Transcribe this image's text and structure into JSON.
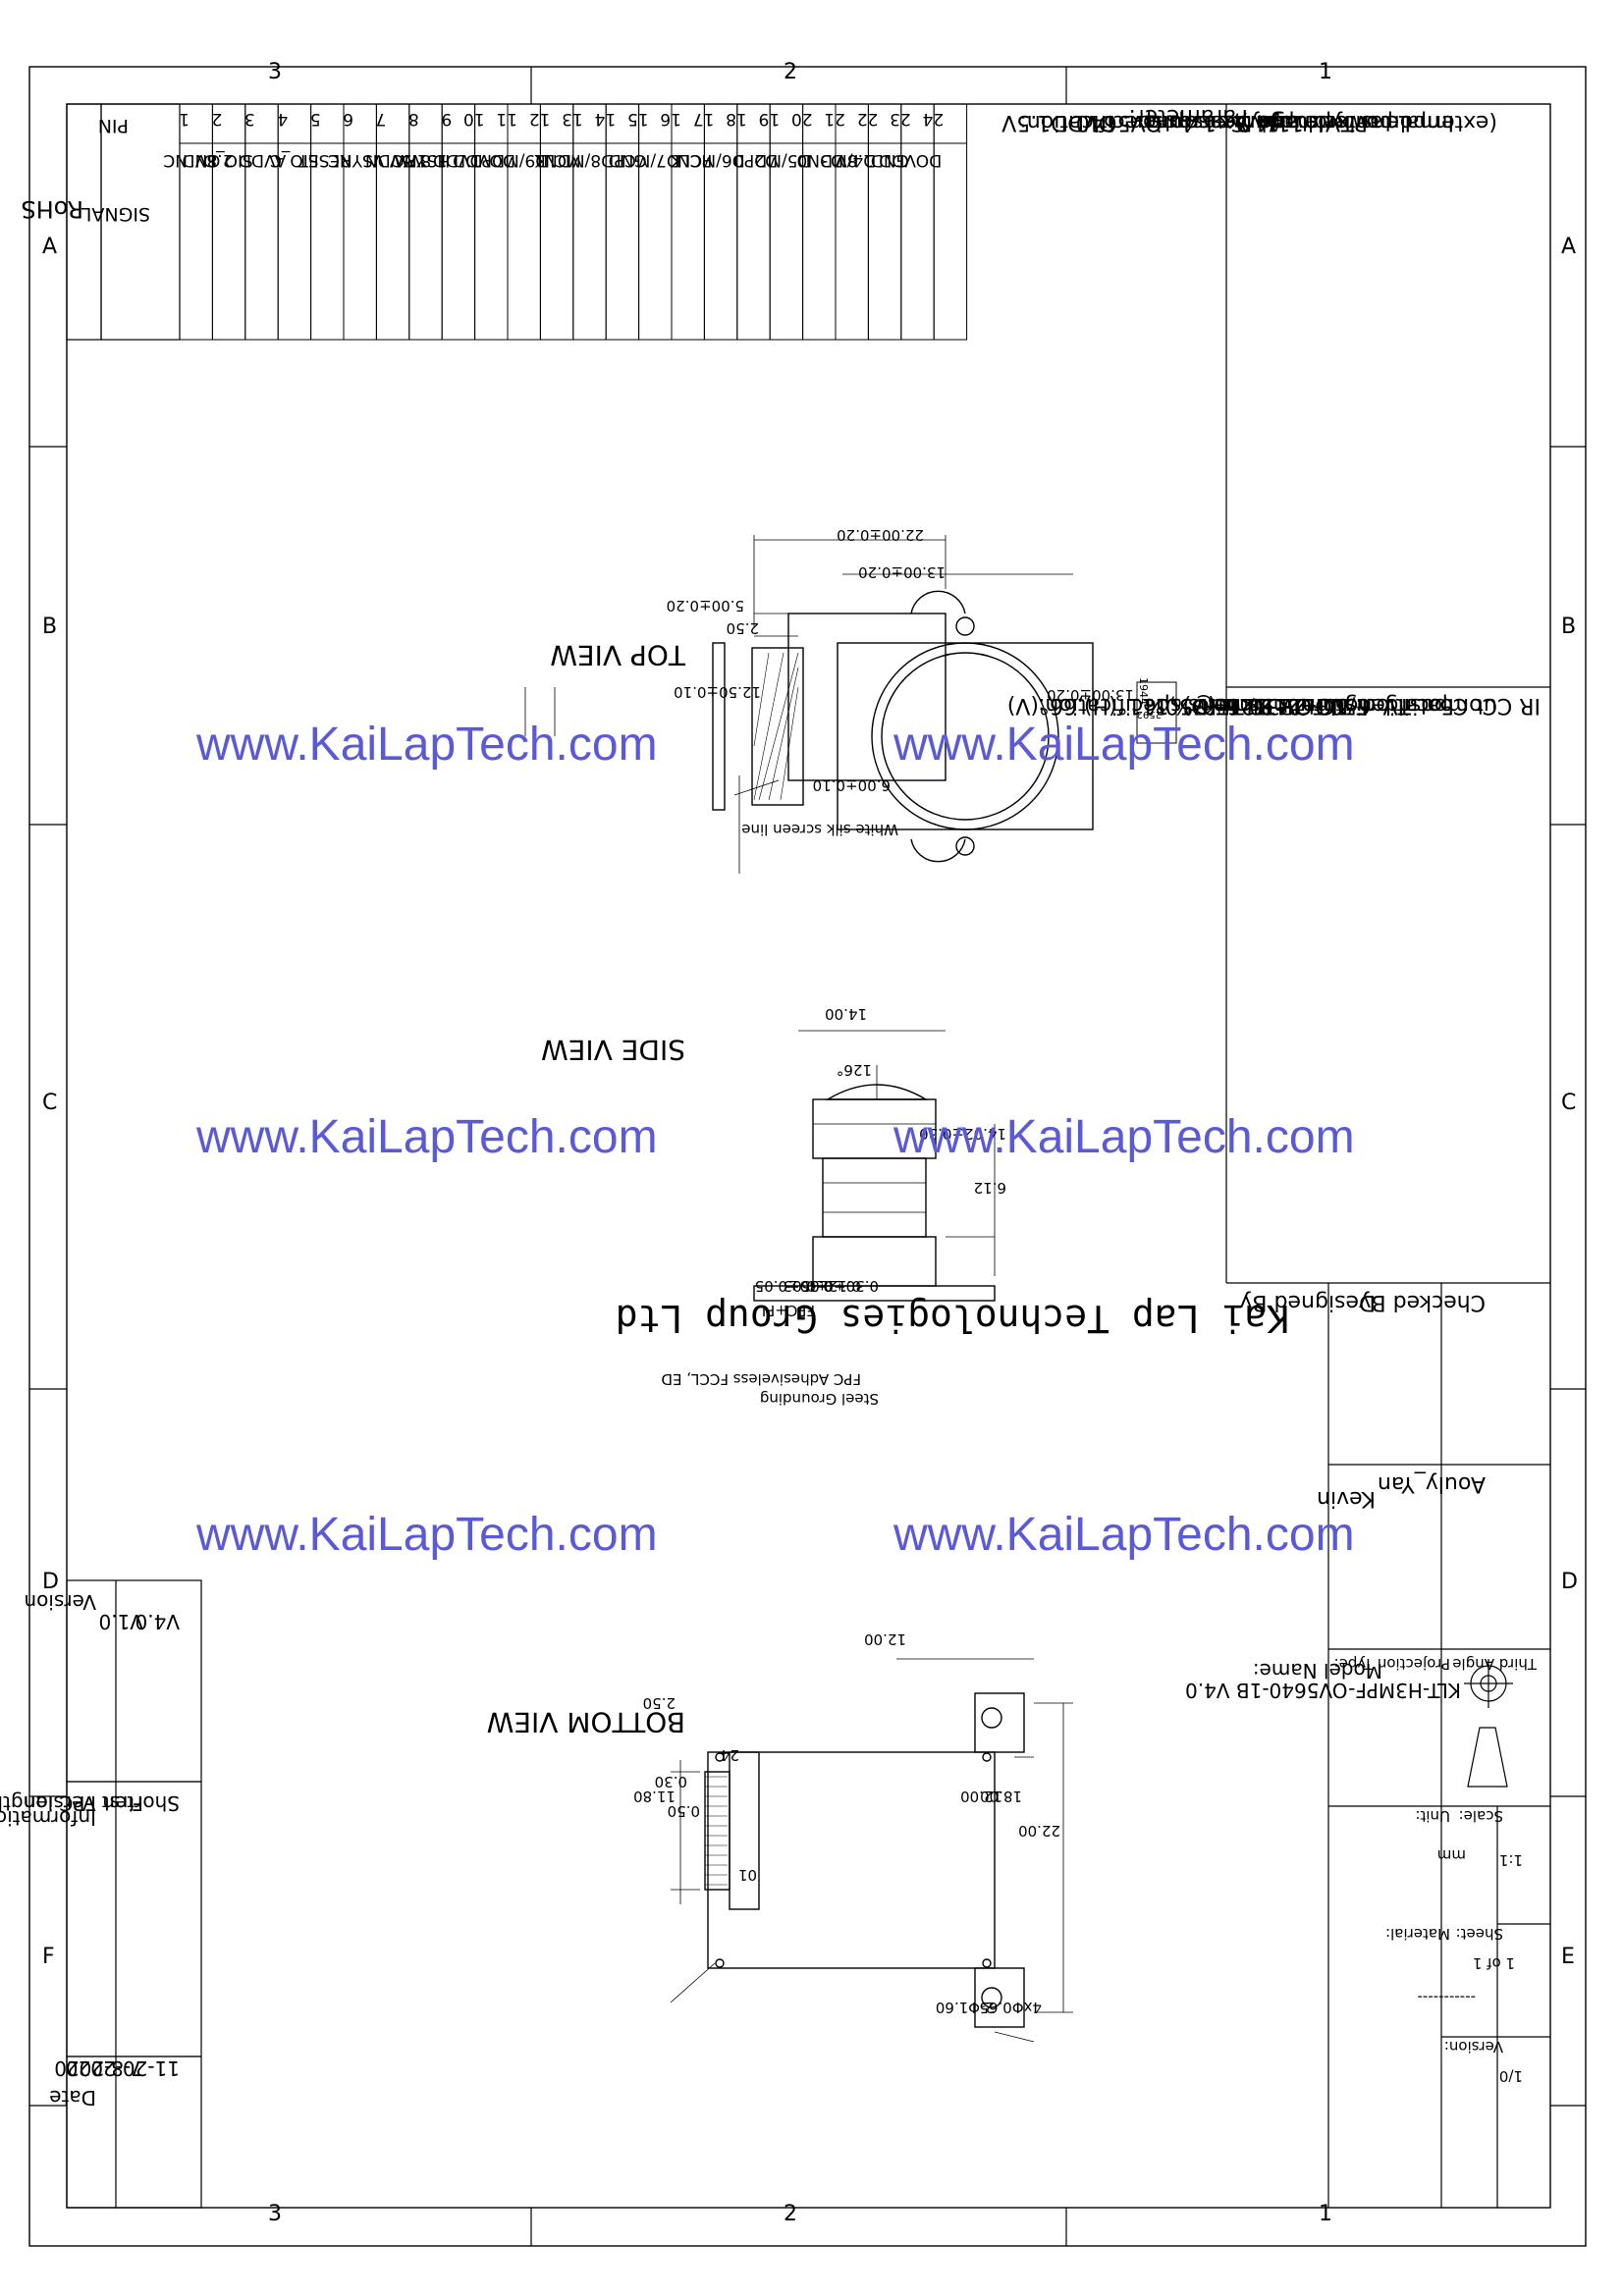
{
  "frame": {
    "col_markers": [
      "1",
      "2",
      "3"
    ],
    "row_markers": [
      "A",
      "B",
      "C",
      "D",
      "E",
      "F"
    ]
  },
  "pin_table": {
    "rohs": "RoHS",
    "header_pin": "PIN",
    "header_signal": "SIGNAL",
    "rows": [
      {
        "pin": "1",
        "signal": "NC"
      },
      {
        "pin": "2",
        "signal": "GND"
      },
      {
        "pin": "3",
        "signal": "SIO_D"
      },
      {
        "pin": "4",
        "signal": "AVDD 2.8V"
      },
      {
        "pin": "5",
        "signal": "SIO_C"
      },
      {
        "pin": "6",
        "signal": "RESET"
      },
      {
        "pin": "7",
        "signal": "VSYNC"
      },
      {
        "pin": "8",
        "signal": "PWDN"
      },
      {
        "pin": "9",
        "signal": "HSYNC"
      },
      {
        "pin": "10",
        "signal": "DVDD 1.5V"
      },
      {
        "pin": "11",
        "signal": "DOVDD 1.8V"
      },
      {
        "pin": "12",
        "signal": "D9/MDP1"
      },
      {
        "pin": "13",
        "signal": "MCLK"
      },
      {
        "pin": "14",
        "signal": "D8/MDN1"
      },
      {
        "pin": "15",
        "signal": "GND"
      },
      {
        "pin": "16",
        "signal": "D7/MCP"
      },
      {
        "pin": "17",
        "signal": "PCLK"
      },
      {
        "pin": "18",
        "signal": "D6/MCN"
      },
      {
        "pin": "19",
        "signal": "D2"
      },
      {
        "pin": "20",
        "signal": "D5/MDP0"
      },
      {
        "pin": "21",
        "signal": "D3"
      },
      {
        "pin": "22",
        "signal": "D4/MDN0"
      },
      {
        "pin": "23",
        "signal": "GND"
      },
      {
        "pin": "24",
        "signal": "DOVDD 1.8V"
      }
    ]
  },
  "version_table": {
    "headers": [
      "Version",
      "Information",
      "Date"
    ],
    "rows": [
      {
        "version": "V1.0",
        "info": "First Version",
        "date": "7-8-2020"
      },
      {
        "version": "V4.0",
        "info": "Shorten FPC length",
        "date": "11-20-2020"
      }
    ]
  },
  "parameters": {
    "title": "Parameter:",
    "sensor": {
      "heading": "1、Sensor specification:",
      "lines": [
        "Image Sensor: OV5640",
        "Pixel: 1.4um×1.4um",
        "Lens Type: 1/4",
        "Important Voltage Description: DVDD1.5V",
        "(external power supply);"
      ]
    },
    "lens": {
      "heading": "2、Lens specification:",
      "lines": [
        "FOV: 126°(D) ,111°(H),66°(V)",
        "F/NO: 2.35",
        "TV distortion: <15.7%",
        "Focal length: 2.15mm",
        "Composition: 5G+IR FILTER",
        "IR Cut Coating: 650nm±10nm@50%"
      ]
    }
  },
  "title_block": {
    "company": "Kai Lap Technologies Group Ltd",
    "designed_label": "Designed By",
    "designer": "Kevin",
    "checked_label": "Checked By",
    "checker": "Aouly_Yan",
    "model_label": "Model Name:",
    "model": "KLT-H3MPF-OV5640-1B V4.0",
    "projection_label": "Projection Type:",
    "third_angle": "Third Angle",
    "unit_label": "Unit:",
    "unit": "mm",
    "material_label": "Material:",
    "material": "-----------",
    "scale_label": "Scale:",
    "scale": "1:1",
    "sheet_label": "Sheet:",
    "sheet": "1 of 1",
    "version_label": "Version:",
    "version": "1/0"
  },
  "top_view": {
    "title": "TOP VIEW",
    "dims": [
      "22.00±0.20",
      "13.00±0.20",
      "5.00±0.20",
      "2.50",
      "12.50±0.10",
      "13.00±0.20",
      "6.00±0.10"
    ],
    "label_code": "1944",
    "label_code2": "2592",
    "note": "White silk screen line"
  },
  "side_view": {
    "title": "SIDE VIEW",
    "dims": [
      "14.00",
      "126°",
      "14.02±0.30",
      "6.12",
      "0.30±0.05",
      "0.12±0.03",
      "0.30±0.05"
    ],
    "note_steel": "Steel Grounding",
    "note_fpc": "FPC Adhesiveless FCCL, ED",
    "note_pi": "FPC+PI"
  },
  "bottom_view": {
    "title": "BOTTOM VIEW",
    "dims": [
      "12.00",
      "22.00",
      "18.00",
      "12.00",
      "2.50",
      "0.30",
      "0.50",
      "11.80",
      "4xΦ0.65",
      "2-Φ1.60"
    ],
    "pin_first": "01",
    "pin_last": "24"
  },
  "watermark": "www.KaiLapTech.com"
}
